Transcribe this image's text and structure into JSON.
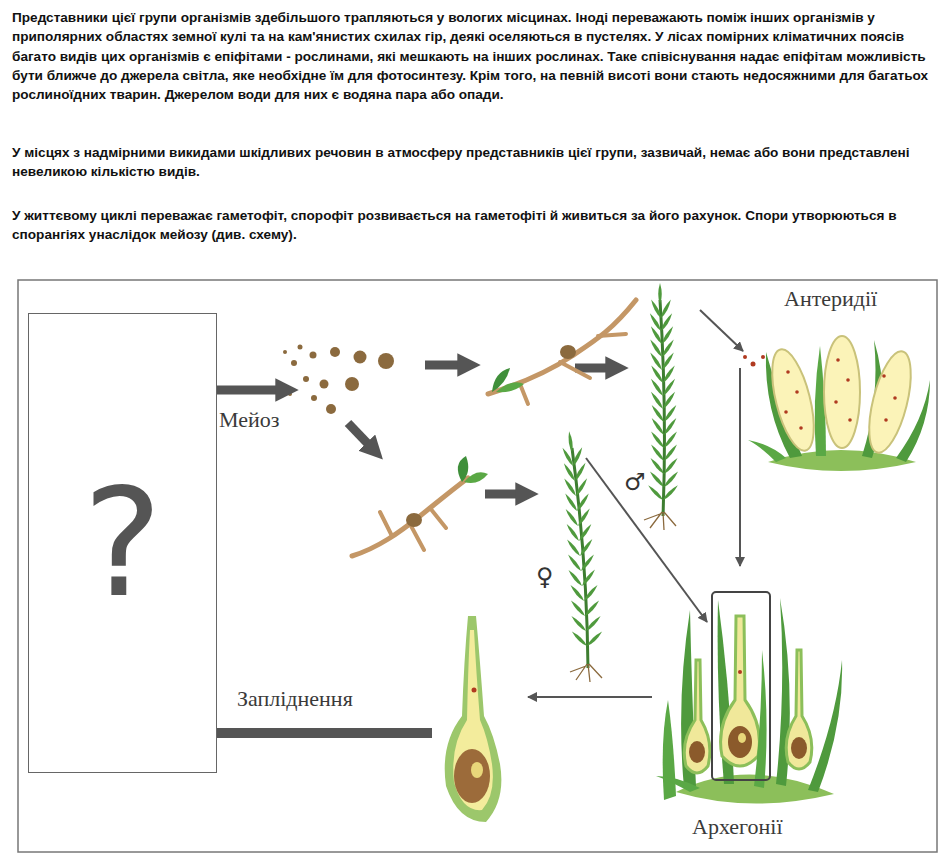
{
  "diagram": {
    "nodes": [
      {
        "text": [
          "?"
        ]
      }
    ],
    "labels": [
      "Представники цієї групи організмів здебільшого трапляються у вологих місцинах. Іноді переважають поміж інших організмів у приполярних областях земної кулі та на кам'янистих схилах гір, деякі оселяються в пустелях. У лісах помірних кліматичних поясів багато видів цих організмів є епіфітами - рослинами, які мешкають на інших рослинах. Таке співіснування надає епіфітам можливість бути ближче до джерела світла, яке необхідне їм для фотосинтезу. Крім того, на певній висоті вони стають недосяжними для багатьох рослиноїдних тварин. Джерелом води для них є водяна пара або опади.",
      "У місцях з надмірними викидами шкідливих речовин в атмосферу представників цієї групи, зазвичай, немає або вони представлені невеликою кількістю видів.",
      "У життєвому циклі переважає гаметофіт, спорофіт розвивається на гаметофіті й живиться за його рахунок. Спори утворюються в спорангіях унаслідок мейозу (див. схему).",
      "Антеридії",
      "Мейоз",
      "♂",
      "♀",
      "Запліднення",
      "Архегонії"
    ]
  }
}
